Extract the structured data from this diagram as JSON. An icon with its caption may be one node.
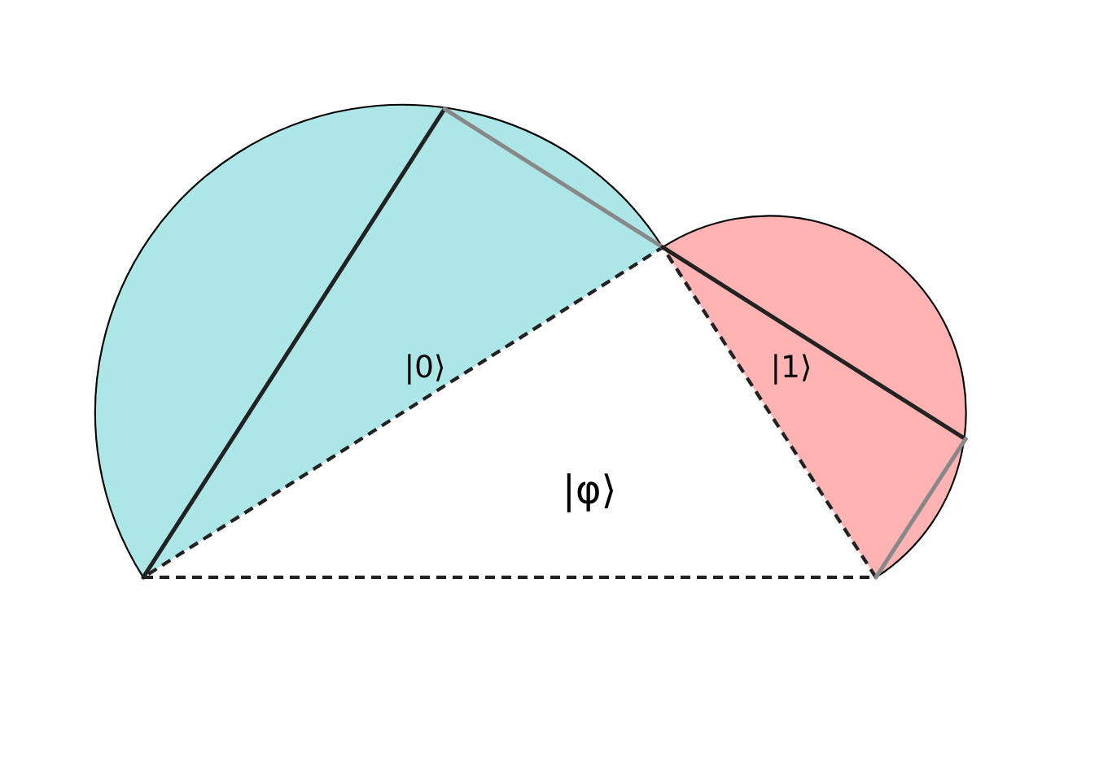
{
  "diagram": {
    "nodes": [
      {
        "text": [
          "|0⟩"
        ]
      },
      {
        "text": [
          "|1⟩"
        ]
      },
      {
        "text": [
          "|φ⟩"
        ]
      }
    ]
  }
}
